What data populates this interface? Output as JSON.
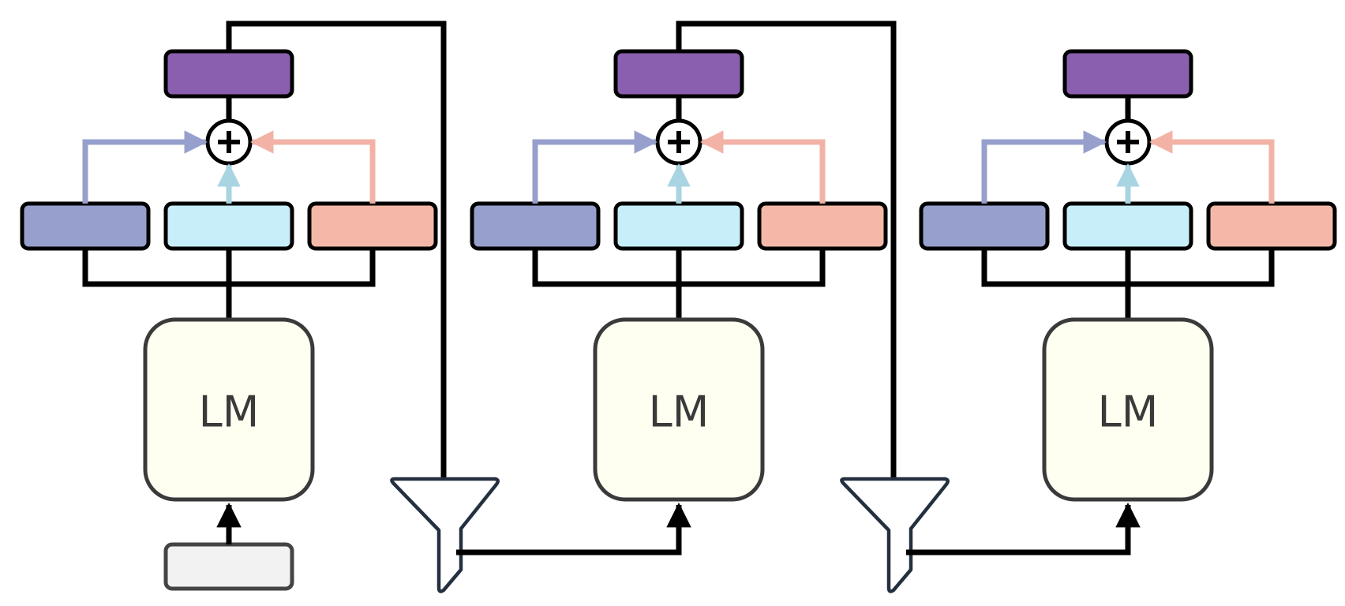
{
  "diagram": {
    "stages": [
      {
        "model_label": "LM"
      },
      {
        "model_label": "LM"
      },
      {
        "model_label": "LM"
      }
    ],
    "colors": {
      "output_box": "#8b5fb0",
      "branch_left": "#97a0cc",
      "branch_middle": "#c8eefa",
      "branch_right": "#f4b8a8",
      "arrow_left": "#97a0cc",
      "arrow_middle": "#a9d4e2",
      "arrow_right": "#f2b3a6",
      "model_fill": "#fefff0",
      "input_box": "#f2f2f2",
      "filter_outline": "#243040"
    },
    "icons": [
      "plus-circle-icon",
      "filter-funnel-icon"
    ]
  }
}
